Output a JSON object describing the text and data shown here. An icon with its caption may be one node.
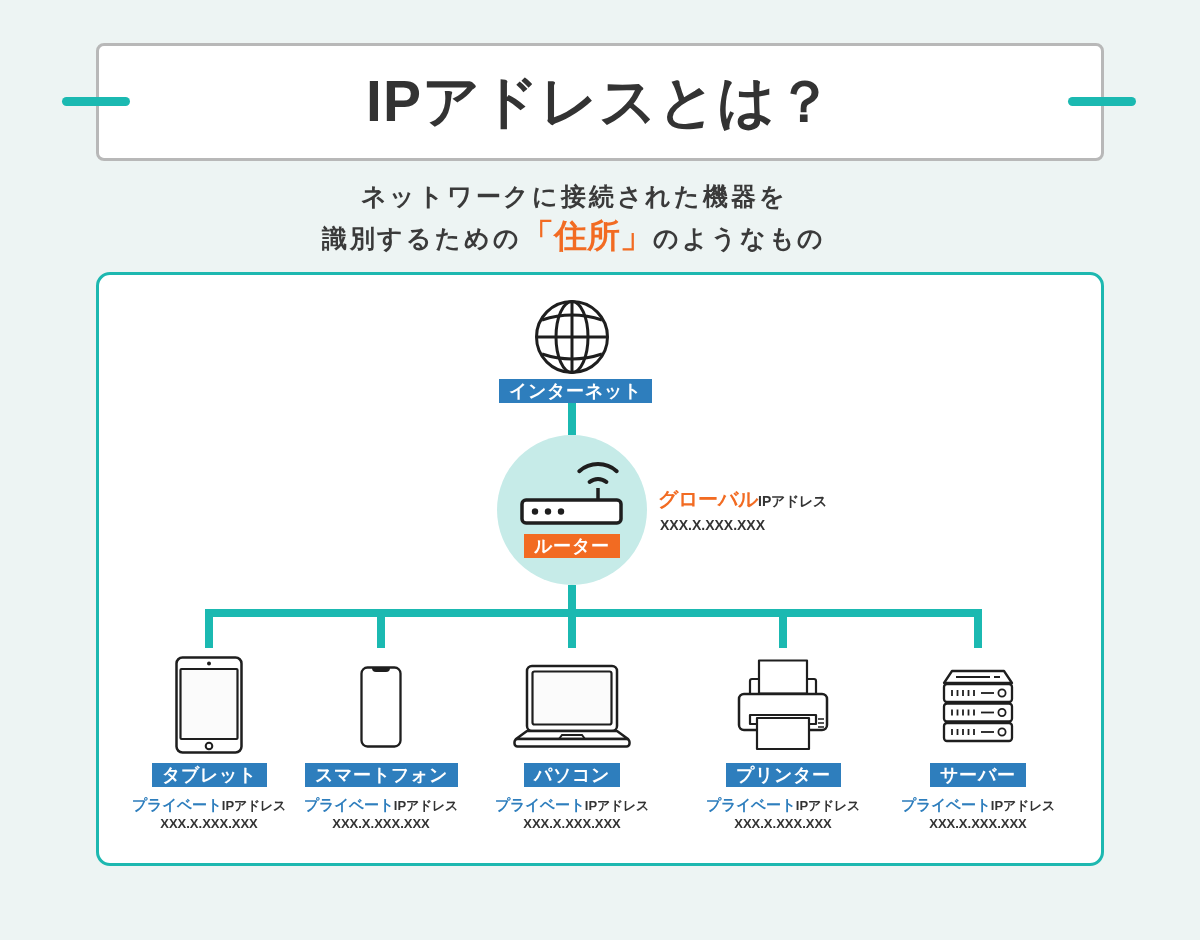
{
  "diagram": {
    "title": "IPアドレスとは？",
    "nodes": [
      {
        "text": [
          "インターネット"
        ]
      },
      {
        "text": [
          "ルーター"
        ],
        "beside": [
          "**グローバル**IPアドレス",
          "XXX.X.XXX.XXX"
        ]
      },
      {
        "text": [
          "タブレット"
        ],
        "beside": [
          "**プライベート**IPアドレス",
          "XXX.X.XXX.XXX"
        ]
      },
      {
        "text": [
          "スマートフォン"
        ],
        "beside": [
          "**プライベート**IPアドレス",
          "XXX.X.XXX.XXX"
        ]
      },
      {
        "text": [
          "パソコン"
        ],
        "beside": [
          "**プライベート**IPアドレス",
          "XXX.X.XXX.XXX"
        ]
      },
      {
        "text": [
          "プリンター"
        ],
        "beside": [
          "**プライベート**IPアドレス",
          "XXX.X.XXX.XXX"
        ]
      },
      {
        "text": [
          "サーバー"
        ],
        "beside": [
          "**プライベート**IPアドレス",
          "XXX.X.XXX.XXX"
        ]
      }
    ],
    "edges": [
      {
        "from": 0,
        "to": 1,
        "arrow": "none"
      },
      {
        "from": 1,
        "to": 2,
        "arrow": "none"
      },
      {
        "from": 1,
        "to": 3,
        "arrow": "none"
      },
      {
        "from": 1,
        "to": 4,
        "arrow": "none"
      },
      {
        "from": 1,
        "to": 5,
        "arrow": "none"
      },
      {
        "from": 1,
        "to": 6,
        "arrow": "none"
      }
    ],
    "labels": [
      "ネットワークに接続された機器を識別するための**「住所」**のようなもの"
    ]
  }
}
